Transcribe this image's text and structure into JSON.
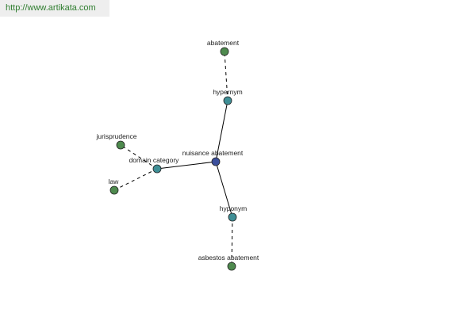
{
  "header": {
    "url": "http://www.artikata.com"
  },
  "colors": {
    "url_text": "#2e7d2e",
    "leaf_node": "#4e8a4e",
    "relation_node": "#3f8f96",
    "center_node": "#3b4f9c"
  },
  "graph": {
    "center": {
      "label": "nuisance abatement"
    },
    "relations": [
      {
        "id": "hypernym",
        "label": "hypernym",
        "leaves": [
          {
            "label": "abatement"
          }
        ]
      },
      {
        "id": "hyponym",
        "label": "hyponym",
        "leaves": [
          {
            "label": "asbestos abatement"
          }
        ]
      },
      {
        "id": "domain-category",
        "label": "domain category",
        "leaves": [
          {
            "label": "jurisprudence"
          },
          {
            "label": "law"
          }
        ]
      }
    ]
  }
}
